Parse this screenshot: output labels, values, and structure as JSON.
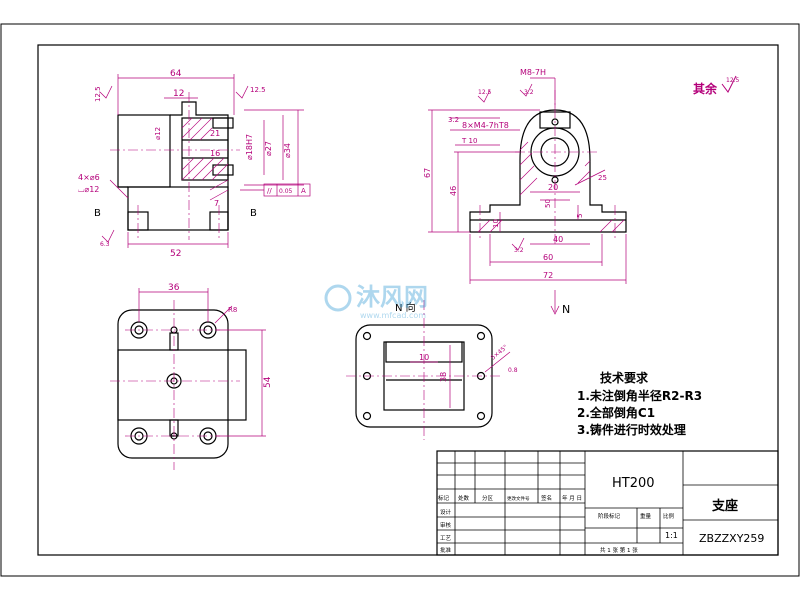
{
  "drawing": {
    "roughness_label": "其余",
    "roughness_value": "12.5",
    "colors": {
      "geometry": "#000000",
      "dimension": "#b4007a",
      "frame": "#000000",
      "center_line": "#b4007a"
    },
    "front_view": {
      "dims": {
        "overall_width": "64",
        "top_small": "12",
        "left_vertical": "12.5",
        "right_vertical": "12.5",
        "bore_12": "⌀12",
        "flange_21": "21",
        "bore_18": "⌀18H7",
        "bore_27": "⌀27",
        "bore_34": "⌀34",
        "dim_16": "16",
        "dim_7": "7",
        "bottom_52": "52",
        "holes": "4×⌀6",
        "counterbore": "⌴⌀12",
        "tolerance_sym": "//",
        "tolerance_val": "0.05",
        "datum": "A",
        "section_left": "B",
        "section_right": "B",
        "bottom_rough": "6.3"
      }
    },
    "side_view": {
      "dims": {
        "thread_top": "M8-7H",
        "top_rough": "3.2",
        "top_rough2": "12.5",
        "holes_thread": "8×M4-7hT8",
        "rough_32": "3.2",
        "depth": "T 10",
        "height_67": "67",
        "height_46": "46",
        "dim_20": "20",
        "dim_50": "50",
        "dim_5": "5",
        "dim_10": "10",
        "dim_40": "40",
        "dim_60": "60",
        "dim_72": "72",
        "rough_bottom": "3.2",
        "side_rough": "25"
      }
    },
    "top_view": {
      "dims": {
        "width_36": "36",
        "radius": "R8",
        "height_54": "54"
      }
    },
    "section_view": {
      "label": "N 向",
      "dims": {
        "dim_10": "10",
        "dim_38": "38",
        "chamfer": "5×45°",
        "depth": "0.8"
      }
    },
    "n_arrow": "N",
    "watermark": {
      "cn": "沐风网",
      "url": "www.mfcad.com"
    },
    "tech_req": {
      "title": "技术要求",
      "items": [
        "1.未注倒角半径R2-R3",
        "2.全部倒角C1",
        "3.铸件进行时效处理"
      ]
    },
    "title_block": {
      "material": "HT200",
      "part_name": "支座",
      "drawing_no": "ZBZZXY259",
      "scale": "1:1",
      "header_labels": [
        "标记",
        "处数",
        "分区",
        "更改文件号",
        "签名",
        "年 月 日"
      ],
      "row_labels": [
        "设计",
        "审核",
        "工艺",
        "批准"
      ],
      "stage_label": "阶段标记",
      "weight_label": "重量",
      "scale_label": "比例",
      "sheets": "共 1 张  第 1 张"
    }
  }
}
